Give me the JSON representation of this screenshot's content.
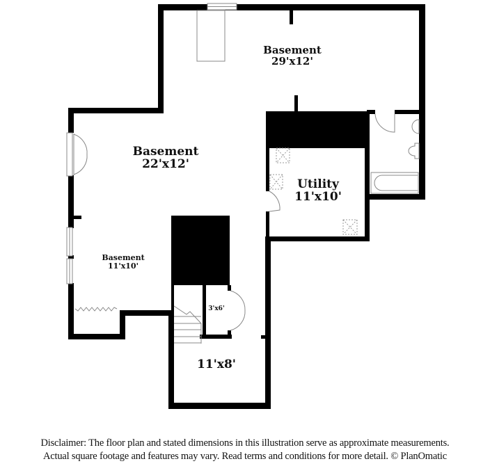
{
  "floorplan": {
    "rooms": [
      {
        "id": "basement-top",
        "name": "Basement",
        "dims": "29'x12'"
      },
      {
        "id": "basement-left",
        "name": "Basement",
        "dims": "22'x12'"
      },
      {
        "id": "utility",
        "name": "Utility",
        "dims": "11'x10'"
      },
      {
        "id": "basement-small",
        "name": "Basement",
        "dims": "11'x10'"
      },
      {
        "id": "closet",
        "name": "",
        "dims": "3'x6'"
      },
      {
        "id": "bottom-room",
        "name": "",
        "dims": "11'x8'"
      }
    ],
    "colors": {
      "wall": "#000000",
      "fixture": "#8a8a8a",
      "background": "#ffffff"
    }
  },
  "disclaimer": {
    "line1": "Disclaimer: The floor plan and stated dimensions in this illustration serve as approximate measurements.",
    "line2": "Actual square footage and features may vary. Read terms and conditions for more detail. © PlanOmatic"
  }
}
